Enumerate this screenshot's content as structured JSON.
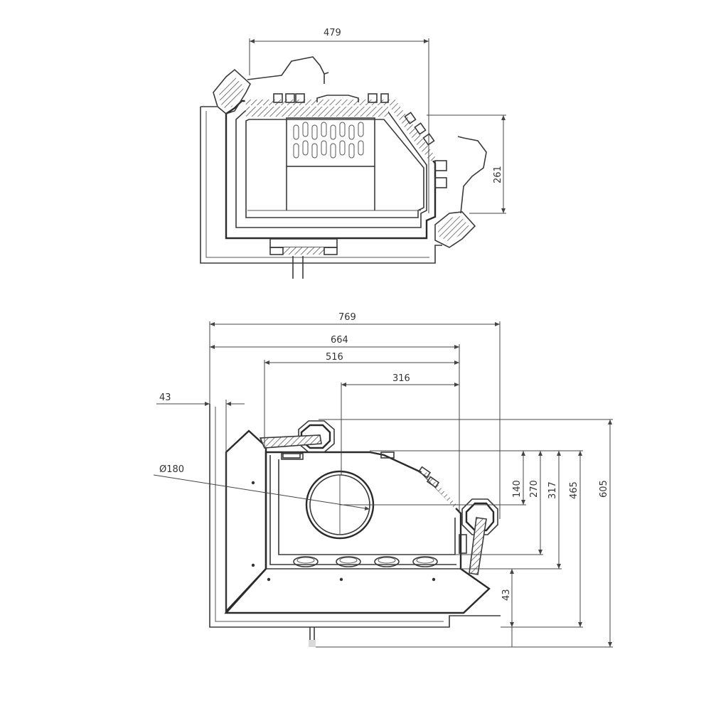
{
  "top_view": {
    "dim_width": "479",
    "dim_height": "261"
  },
  "front_view": {
    "dim_769": "769",
    "dim_664": "664",
    "dim_516": "516",
    "dim_316": "316",
    "dim_43_left": "43",
    "dim_diameter": "Ø180",
    "dim_140": "140",
    "dim_270": "270",
    "dim_317": "317",
    "dim_465": "465",
    "dim_605": "605",
    "dim_43_right": "43"
  }
}
